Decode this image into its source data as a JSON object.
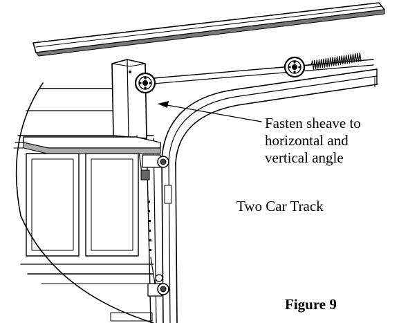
{
  "callout": {
    "line1": "Fasten sheave to",
    "line2": "horizontal and",
    "line3": "vertical angle"
  },
  "track_label": "Two Car Track",
  "figure_label": "Figure 9",
  "colors": {
    "ink": "#000000",
    "background": "#ffffff"
  }
}
